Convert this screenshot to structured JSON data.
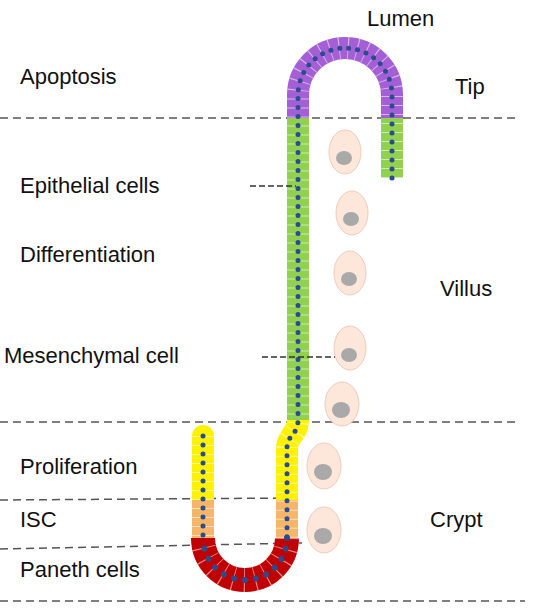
{
  "diagram": {
    "labels": [
      "Lumen",
      "Apoptosis",
      "Tip",
      "Epithelial cells",
      "Differentiation",
      "Villus",
      "Mesenchymal cell",
      "Proliferation",
      "ISC",
      "Crypt",
      "Paneth cells"
    ]
  }
}
